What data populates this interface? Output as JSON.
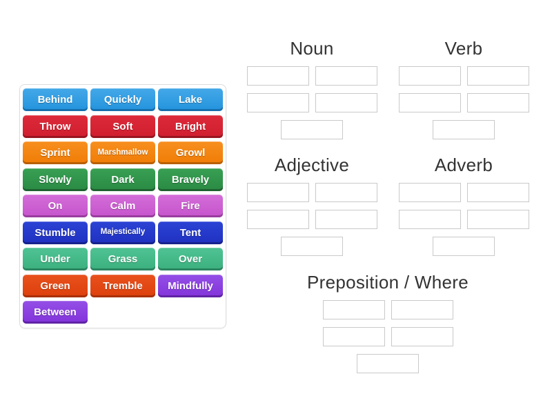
{
  "word_bank": {
    "tiles": [
      {
        "label": "Behind",
        "color": "blue"
      },
      {
        "label": "Quickly",
        "color": "blue"
      },
      {
        "label": "Lake",
        "color": "blue"
      },
      {
        "label": "Throw",
        "color": "red"
      },
      {
        "label": "Soft",
        "color": "red"
      },
      {
        "label": "Bright",
        "color": "red"
      },
      {
        "label": "Sprint",
        "color": "orange"
      },
      {
        "label": "Marshmallow",
        "color": "orange",
        "small": true
      },
      {
        "label": "Growl",
        "color": "orange"
      },
      {
        "label": "Slowly",
        "color": "green"
      },
      {
        "label": "Dark",
        "color": "green"
      },
      {
        "label": "Bravely",
        "color": "green"
      },
      {
        "label": "On",
        "color": "orchid"
      },
      {
        "label": "Calm",
        "color": "orchid"
      },
      {
        "label": "Fire",
        "color": "orchid"
      },
      {
        "label": "Stumble",
        "color": "navy"
      },
      {
        "label": "Majestically",
        "color": "navy",
        "small": true
      },
      {
        "label": "Tent",
        "color": "navy"
      },
      {
        "label": "Under",
        "color": "seagreen"
      },
      {
        "label": "Grass",
        "color": "seagreen"
      },
      {
        "label": "Over",
        "color": "seagreen"
      },
      {
        "label": "Green",
        "color": "orangered"
      },
      {
        "label": "Tremble",
        "color": "orangered"
      },
      {
        "label": "Mindfully",
        "color": "violet"
      },
      {
        "label": "Between",
        "color": "violet"
      }
    ],
    "palette": {
      "blue": {
        "top": "#44a8e8",
        "base": "#2393dd",
        "edge": "#156fae"
      },
      "red": {
        "top": "#dd2a3a",
        "base": "#cf1e2e",
        "edge": "#991521"
      },
      "orange": {
        "top": "#f78f1f",
        "base": "#f07c05",
        "edge": "#b95f03"
      },
      "green": {
        "top": "#38a053",
        "base": "#2a8943",
        "edge": "#1d6230"
      },
      "orchid": {
        "top": "#d36ed8",
        "base": "#c653cc",
        "edge": "#993d9f"
      },
      "navy": {
        "top": "#2b43d4",
        "base": "#1f30c0",
        "edge": "#16228c"
      },
      "seagreen": {
        "top": "#4fc393",
        "base": "#3bb07e",
        "edge": "#2b8560"
      },
      "orangered": {
        "top": "#e8511d",
        "base": "#dd3f0b",
        "edge": "#a93008"
      },
      "violet": {
        "top": "#944fe6",
        "base": "#8233da",
        "edge": "#6023a5"
      }
    }
  },
  "groups": [
    {
      "label": "Noun",
      "slots": 5
    },
    {
      "label": "Verb",
      "slots": 5
    },
    {
      "label": "Adjective",
      "slots": 5
    },
    {
      "label": "Adverb",
      "slots": 5
    },
    {
      "label": "Preposition / Where",
      "slots": 5
    }
  ]
}
